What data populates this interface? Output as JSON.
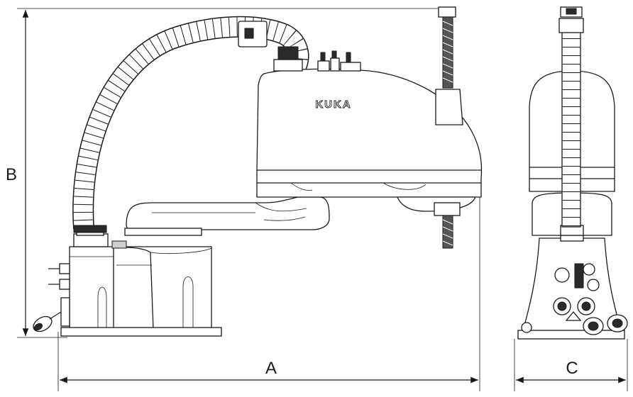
{
  "brand_label": "KUKA",
  "dimensions": {
    "width_label": "A",
    "height_label": "B",
    "depth_label": "C"
  }
}
